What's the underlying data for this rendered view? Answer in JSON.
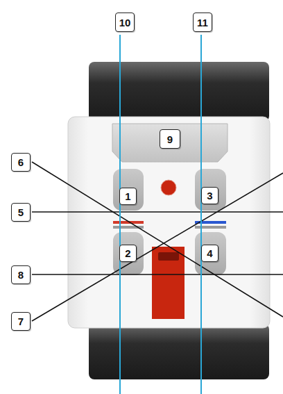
{
  "diagram": {
    "labels": [
      "10",
      "11",
      "9",
      "6",
      "1",
      "3",
      "5",
      "2",
      "4",
      "8",
      "7"
    ]
  }
}
